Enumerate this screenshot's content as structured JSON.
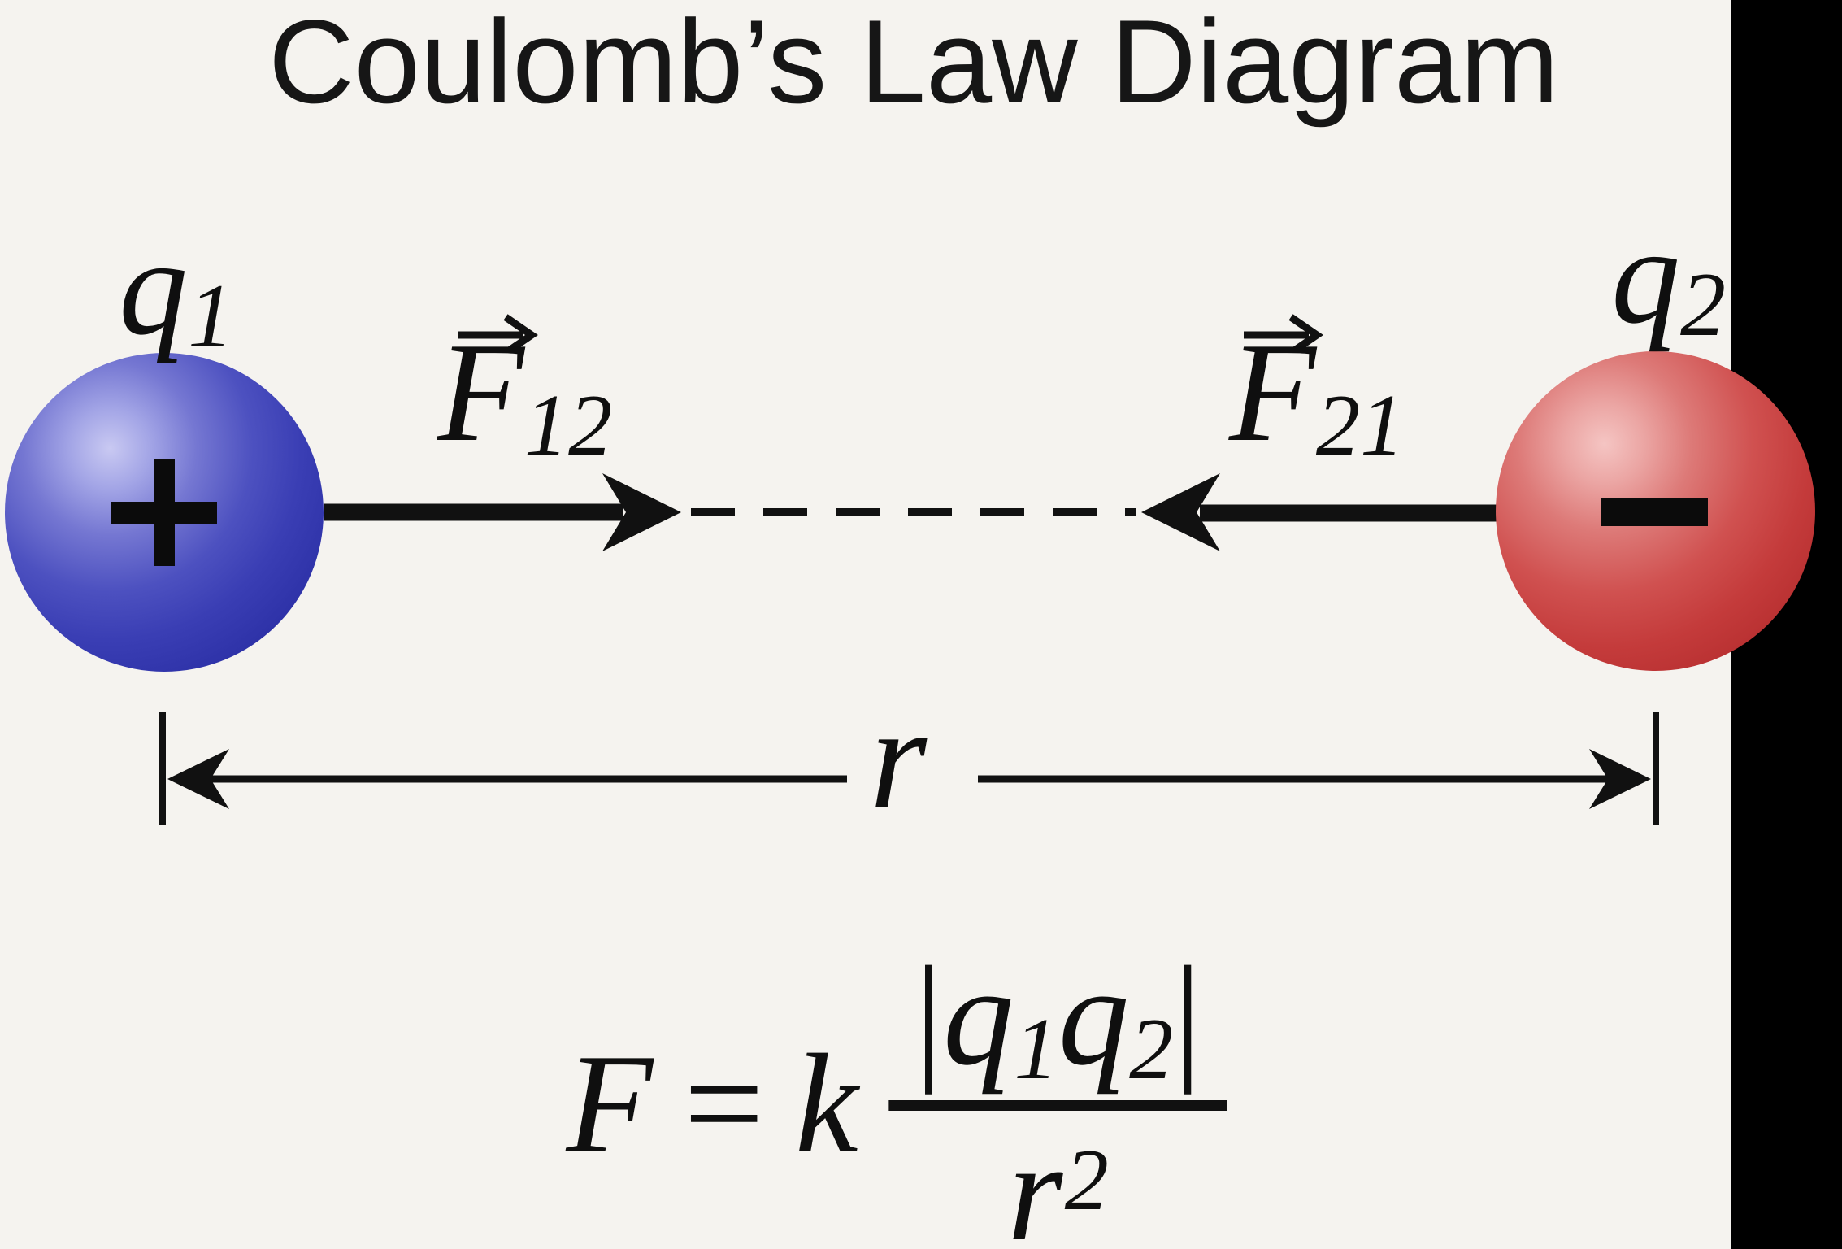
{
  "title": "Coulomb’s Law Diagram",
  "charges": {
    "q1": {
      "symbol": "q",
      "subscript": "1",
      "sign": "+",
      "sphere_color": "#3d41b6",
      "highlight_color": "#c9c9f2",
      "edge_color": "#242896"
    },
    "q2": {
      "symbol": "q",
      "subscript": "2",
      "sign": "−",
      "sphere_color": "#cc4343",
      "highlight_color": "#f5c5c3",
      "edge_color": "#ab2728"
    }
  },
  "forces": {
    "f12": {
      "symbol": "F",
      "subscript": "12"
    },
    "f21": {
      "symbol": "F",
      "subscript": "21"
    }
  },
  "separation": {
    "label": "r"
  },
  "formula": {
    "lhs": "F",
    "equals": "=",
    "constant": "k",
    "abs_open": "|",
    "num_q1_symbol": "q",
    "num_q1_sub": "1",
    "num_q2_symbol": "q",
    "num_q2_sub": "2",
    "abs_close": "|",
    "den_base": "r",
    "den_exp": "2"
  },
  "colors": {
    "background": "#f5f3ef",
    "side_bar": "#000000",
    "ink": "#121212"
  }
}
